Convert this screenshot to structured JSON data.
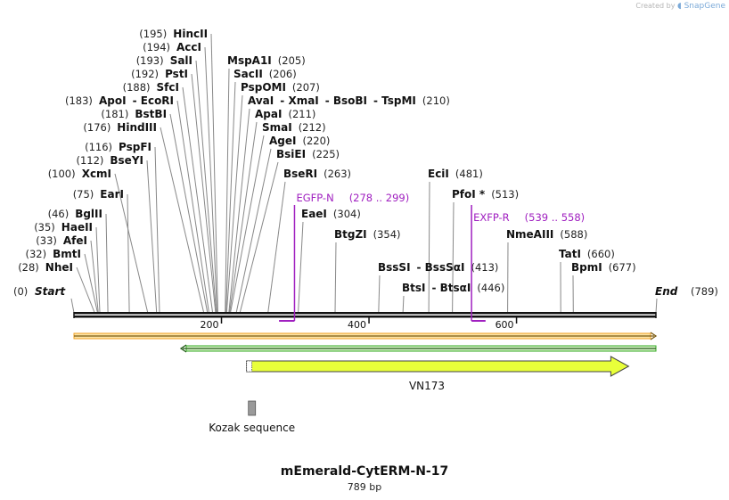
{
  "credit": {
    "prefix": "Created by",
    "brand": "SnapGene"
  },
  "title": "mEmerald-CytERM-N-17",
  "length_label": "789 bp",
  "sequence_length": 789,
  "colors": {
    "line": "#111111",
    "leader": "#888888",
    "primer": "#a020c0",
    "feature_fill": "#e8ff3a",
    "feature_stroke": "#444444",
    "orange_arrow": "#f0a020",
    "green_arrow": "#33aa22",
    "kozak_fill": "#9a9a9a"
  },
  "ruler_ticks": [
    200,
    400,
    600
  ],
  "start_label": {
    "position": "(0)",
    "name": "Start"
  },
  "end_label": {
    "name": "End",
    "position": "(789)"
  },
  "sites": [
    {
      "id": "nhei",
      "pos": 28,
      "parts": [
        {
          "p": "(28)"
        },
        {
          "n": "NheI"
        }
      ]
    },
    {
      "id": "bmti",
      "pos": 32,
      "parts": [
        {
          "p": "(32)"
        },
        {
          "n": "BmtI"
        }
      ]
    },
    {
      "id": "afei",
      "pos": 33,
      "parts": [
        {
          "p": "(33)"
        },
        {
          "n": "AfeI"
        }
      ]
    },
    {
      "id": "haeii",
      "pos": 35,
      "parts": [
        {
          "p": "(35)"
        },
        {
          "n": "HaeII"
        }
      ]
    },
    {
      "id": "bglii",
      "pos": 46,
      "parts": [
        {
          "p": "(46)"
        },
        {
          "n": "BglII"
        }
      ]
    },
    {
      "id": "eari",
      "pos": 75,
      "parts": [
        {
          "p": "(75)"
        },
        {
          "n": "EarI"
        }
      ]
    },
    {
      "id": "xcmi",
      "pos": 100,
      "parts": [
        {
          "p": "(100)"
        },
        {
          "n": "XcmI"
        }
      ]
    },
    {
      "id": "bseyi",
      "pos": 112,
      "parts": [
        {
          "p": "(112)"
        },
        {
          "n": "BseYI"
        }
      ]
    },
    {
      "id": "pspfi",
      "pos": 116,
      "parts": [
        {
          "p": "(116)"
        },
        {
          "n": "PspFI"
        }
      ]
    },
    {
      "id": "hindiii",
      "pos": 176,
      "parts": [
        {
          "p": "(176)"
        },
        {
          "n": "HindIII"
        }
      ]
    },
    {
      "id": "bstbi",
      "pos": 181,
      "parts": [
        {
          "p": "(181)"
        },
        {
          "n": "BstBI"
        }
      ]
    },
    {
      "id": "apoi",
      "pos": 183,
      "parts": [
        {
          "p": "(183)"
        },
        {
          "n": "ApoI"
        },
        {
          "n": "-  EcoRI"
        }
      ]
    },
    {
      "id": "sfci",
      "pos": 188,
      "parts": [
        {
          "p": "(188)"
        },
        {
          "n": "SfcI"
        }
      ]
    },
    {
      "id": "psti",
      "pos": 192,
      "parts": [
        {
          "p": "(192)"
        },
        {
          "n": "PstI"
        }
      ]
    },
    {
      "id": "sali",
      "pos": 193,
      "parts": [
        {
          "p": "(193)"
        },
        {
          "n": "SalI"
        }
      ]
    },
    {
      "id": "acci",
      "pos": 194,
      "parts": [
        {
          "p": "(194)"
        },
        {
          "n": "AccI"
        }
      ]
    },
    {
      "id": "hincii",
      "pos": 195,
      "parts": [
        {
          "p": "(195)"
        },
        {
          "n": "HincII"
        }
      ]
    },
    {
      "id": "mspa1i",
      "pos": 205,
      "parts": [
        {
          "n": "MspA1I"
        },
        {
          "p": "(205)"
        }
      ]
    },
    {
      "id": "sacii",
      "pos": 206,
      "parts": [
        {
          "n": "SacII"
        },
        {
          "p": "(206)"
        }
      ]
    },
    {
      "id": "psponi",
      "pos": 207,
      "parts": [
        {
          "n": "PspOMI"
        },
        {
          "p": "(207)"
        }
      ]
    },
    {
      "id": "avai",
      "pos": 210,
      "parts": [
        {
          "n": "AvaI"
        },
        {
          "n": "-  XmaI"
        },
        {
          "n": "-  BsoBI"
        },
        {
          "n": "-  TspMI"
        },
        {
          "p": "(210)"
        }
      ]
    },
    {
      "id": "apai",
      "pos": 211,
      "parts": [
        {
          "n": "ApaI"
        },
        {
          "p": "(211)"
        }
      ]
    },
    {
      "id": "smai",
      "pos": 212,
      "parts": [
        {
          "n": "SmaI"
        },
        {
          "p": "(212)"
        }
      ]
    },
    {
      "id": "agei",
      "pos": 220,
      "parts": [
        {
          "n": "AgeI"
        },
        {
          "p": "(220)"
        }
      ]
    },
    {
      "id": "bsiei",
      "pos": 225,
      "parts": [
        {
          "n": "BsiEI"
        },
        {
          "p": "(225)"
        }
      ]
    },
    {
      "id": "bseri",
      "pos": 263,
      "parts": [
        {
          "n": "BseRI"
        },
        {
          "p": "(263)"
        }
      ]
    },
    {
      "id": "eaei",
      "pos": 304,
      "parts": [
        {
          "n": "EaeI"
        },
        {
          "p": "(304)"
        }
      ]
    },
    {
      "id": "btgzi",
      "pos": 354,
      "parts": [
        {
          "n": "BtgZI"
        },
        {
          "p": "(354)"
        }
      ]
    },
    {
      "id": "bsssi",
      "pos": 413,
      "parts": [
        {
          "n": "BssSI"
        },
        {
          "n": "-  BssSαI"
        },
        {
          "p": "(413)"
        }
      ]
    },
    {
      "id": "btsi",
      "pos": 446,
      "parts": [
        {
          "n": "BtsI"
        },
        {
          "n": "-  BtsαI"
        },
        {
          "p": "(446)"
        }
      ]
    },
    {
      "id": "ecii",
      "pos": 481,
      "parts": [
        {
          "n": "EciI"
        },
        {
          "p": "(481)"
        }
      ]
    },
    {
      "id": "pfoi",
      "pos": 513,
      "parts": [
        {
          "n": "PfoI *"
        },
        {
          "p": "(513)"
        }
      ]
    },
    {
      "id": "nmeaiii",
      "pos": 588,
      "parts": [
        {
          "n": "NmeAIII"
        },
        {
          "p": "(588)"
        }
      ]
    },
    {
      "id": "tati",
      "pos": 660,
      "parts": [
        {
          "n": "TatI"
        },
        {
          "p": "(660)"
        }
      ]
    },
    {
      "id": "bpmi",
      "pos": 677,
      "parts": [
        {
          "n": "BpmI"
        },
        {
          "p": "(677)"
        }
      ]
    }
  ],
  "primers": [
    {
      "id": "egfp-n",
      "name": "EGFP-N",
      "range": "(278 .. 299)",
      "start": 278,
      "end": 299,
      "direction": "forward"
    },
    {
      "id": "exfp-r",
      "name": "EXFP-R",
      "range": "(539 .. 558)",
      "start": 539,
      "end": 558,
      "direction": "reverse"
    }
  ],
  "features": [
    {
      "id": "full-forward",
      "start": 1,
      "end": 789,
      "direction": "forward",
      "color": "orange"
    },
    {
      "id": "full-reverse",
      "start": 145,
      "end": 789,
      "direction": "reverse",
      "color": "green"
    },
    {
      "id": "vn173",
      "label": "VN173",
      "start": 234,
      "end": 752,
      "direction": "forward"
    },
    {
      "id": "kozak",
      "label": "Kozak sequence",
      "start": 228,
      "end": 237
    }
  ]
}
